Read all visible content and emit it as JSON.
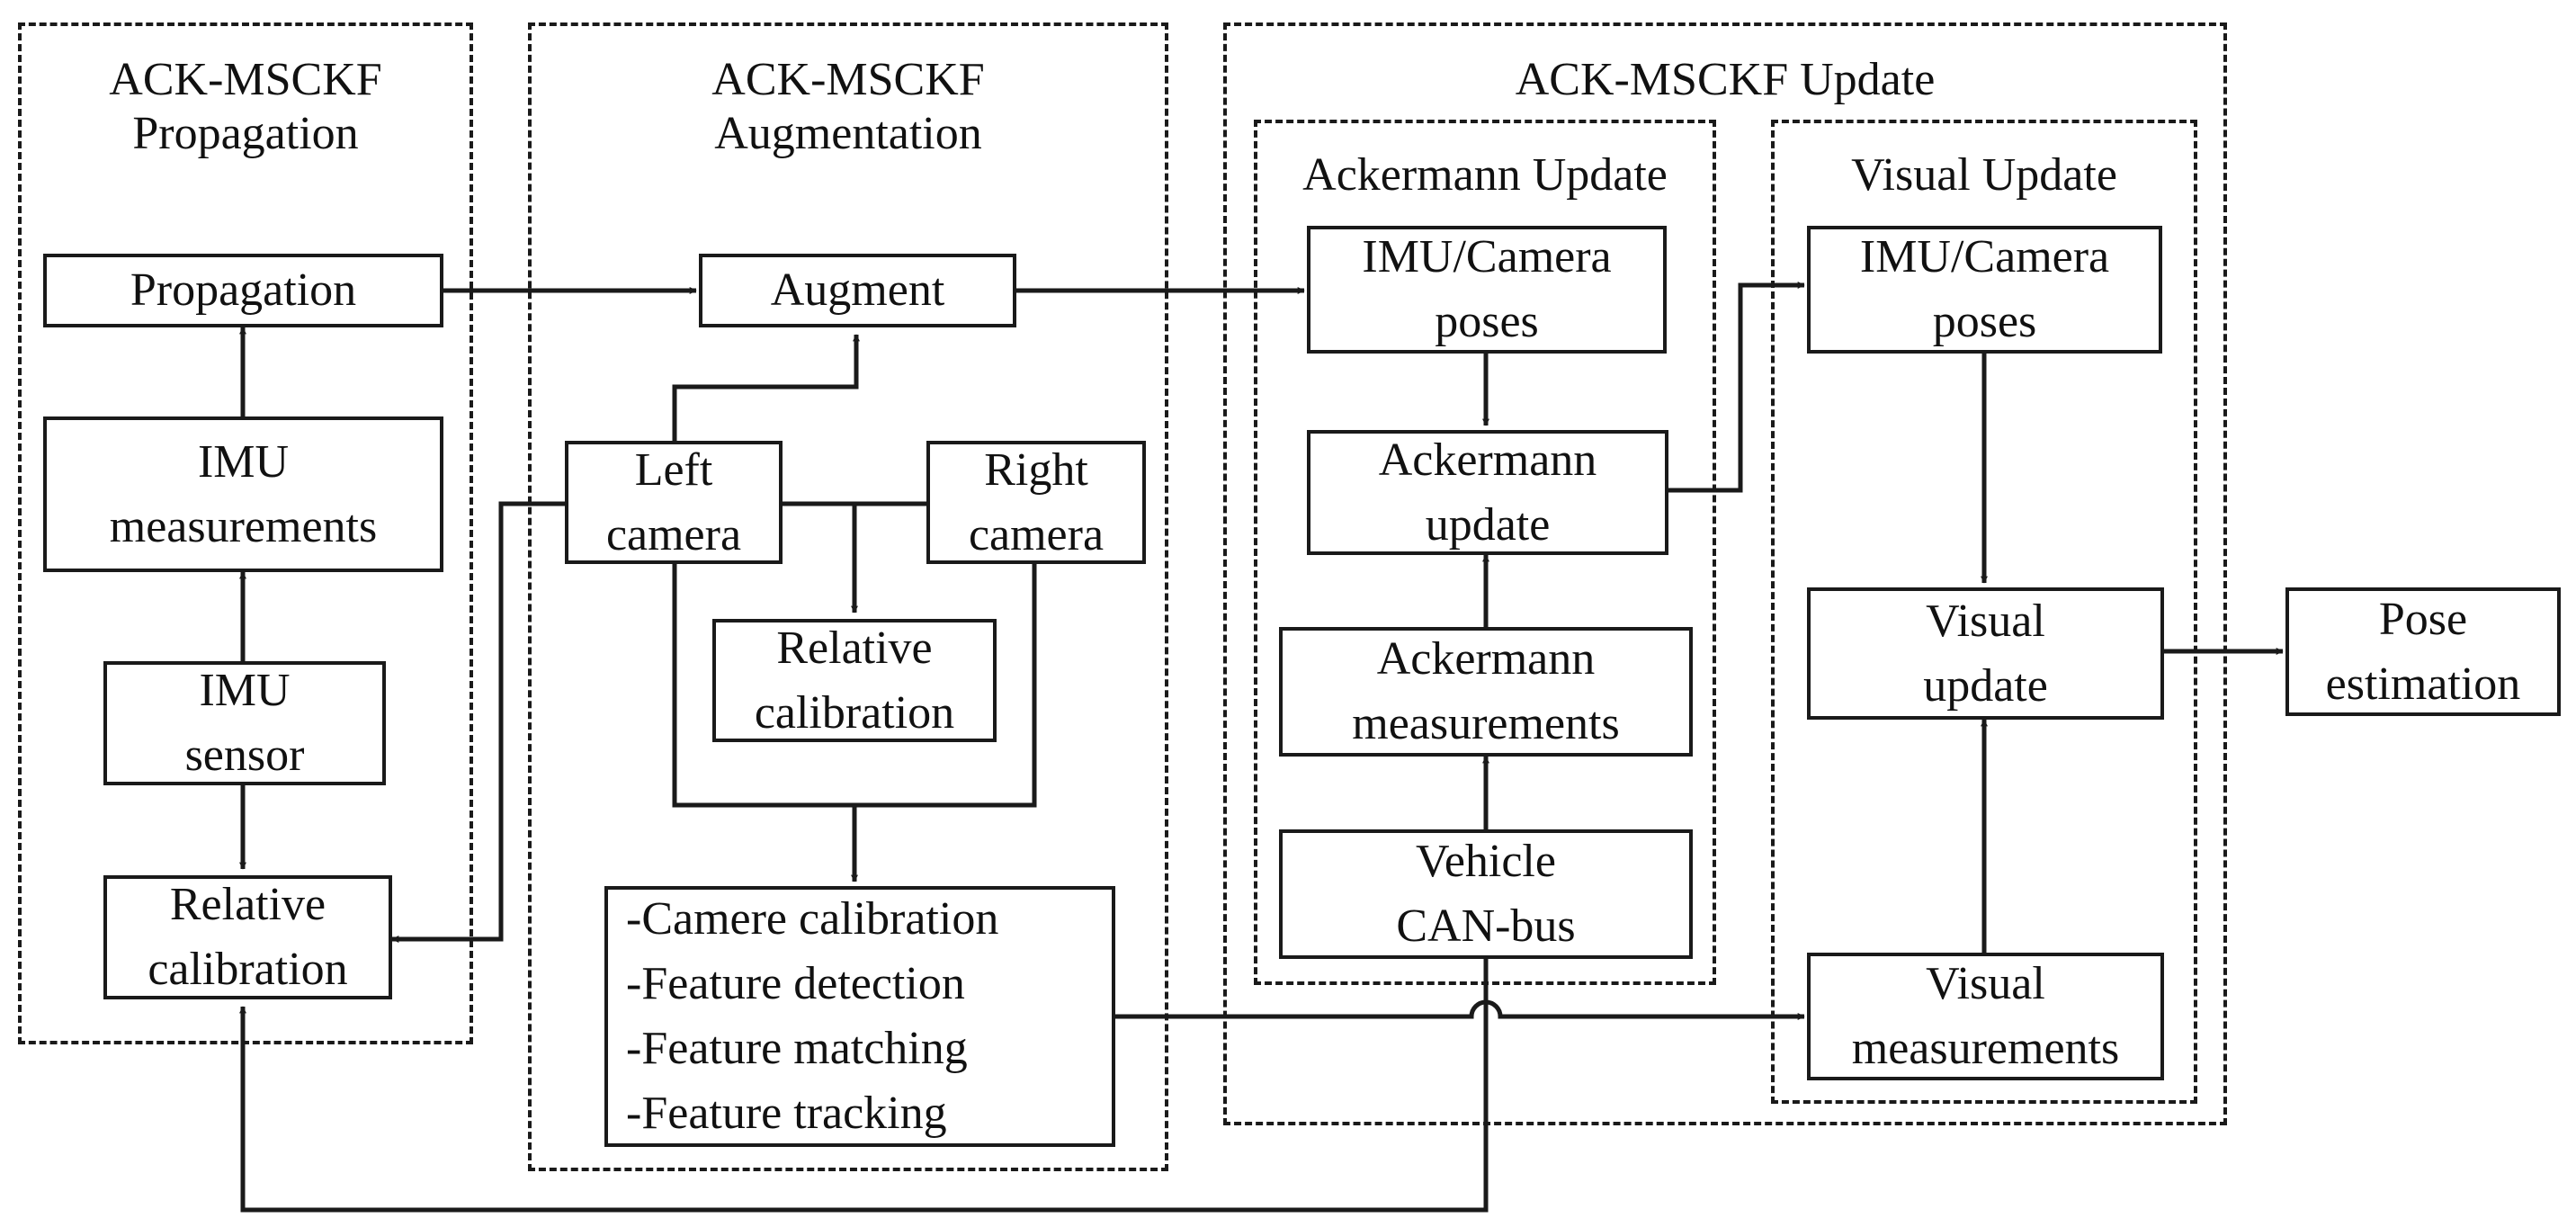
{
  "groups": {
    "propagation": "ACK-MSCKF\nPropagation",
    "augmentation": "ACK-MSCKF\nAugmentation",
    "update": "ACK-MSCKF Update",
    "ackermann_update": "Ackermann Update",
    "visual_update": "Visual Update"
  },
  "nodes": {
    "propagation": "Propagation",
    "imu_measurements": "IMU\nmeasurements",
    "imu_sensor": "IMU\nsensor",
    "relative_calibration_left": "Relative\ncalibration",
    "augment": "Augment",
    "left_camera": "Left\ncamera",
    "right_camera": "Right\ncamera",
    "relative_calibration_cam": "Relative\ncalibration",
    "frontend_tasks": "-Camere calibration\n-Feature detection\n-Feature matching\n-Feature tracking",
    "ack_poses": "IMU/Camera\nposes",
    "ackermann_update": "Ackermann\nupdate",
    "ackermann_measurements": "Ackermann\nmeasurements",
    "vehicle_canbus": "Vehicle\nCAN-bus",
    "vis_poses": "IMU/Camera\nposes",
    "visual_update": "Visual\nupdate",
    "visual_measurements": "Visual\nmeasurements",
    "pose_estimation": "Pose\nestimation"
  },
  "colors": {
    "line": "#1a1a1a",
    "background": "#ffffff"
  }
}
